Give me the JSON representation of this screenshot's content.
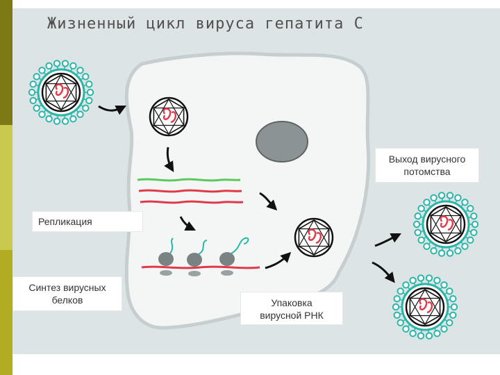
{
  "title": "Жизненный цикл вируса гепатита С",
  "labels": {
    "replication": "Репликация",
    "protein_synthesis_line1": "Синтез вирусных",
    "protein_synthesis_line2": "белков",
    "packaging_line1": "Упаковка",
    "packaging_line2": "вирусной РНК",
    "exit_line1": "Выход вирусного",
    "exit_line2": "потомства"
  },
  "colors": {
    "cell": "#f4f6f6",
    "background": "#dde4e6",
    "envelope_bead": "#29b5a8",
    "rna_red": "#e03a4a",
    "rna_green": "#5cc85a",
    "nucleus": "#8c9394"
  }
}
